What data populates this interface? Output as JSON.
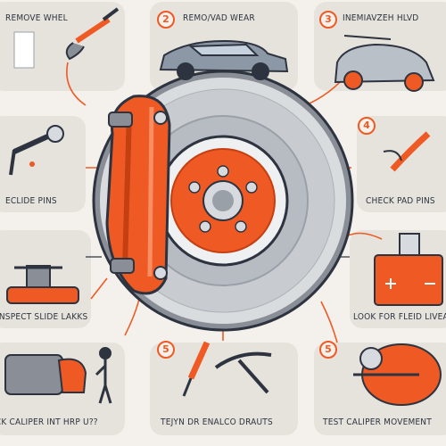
{
  "steps": [
    {
      "label": "REMOVE WHEL"
    },
    {
      "number": "2",
      "label": "REMO/VAD WEAR"
    },
    {
      "number": "3",
      "label": "INEMIAVZEH HLVD"
    },
    {
      "label": "ECLIDE PINS"
    },
    {
      "number": "4",
      "label": "CHECK PAD PINS"
    },
    {
      "label": "INSPECT SLIDE LAKKS"
    },
    {
      "label": "LOOK FOR FLEID LIVEAI"
    },
    {
      "label": "ICK CALIPER INT HRP U??"
    },
    {
      "number": "5",
      "label": "TEJYN DR ENALCO DRAUTS"
    },
    {
      "number": "5",
      "label": "TEST CALIPER MOVEMENT"
    }
  ],
  "colors": {
    "accent": "#ef5a24",
    "dark": "#2d3440",
    "panel": "#e6e2dc",
    "background": "#f4f1ec"
  }
}
